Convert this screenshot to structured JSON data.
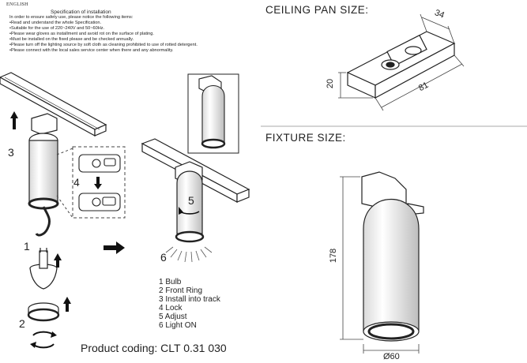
{
  "spec": {
    "language": "ENGLISH",
    "title": "Specification of installation",
    "lines": [
      "In order to ensure safety use, please notice the following items:",
      "•Read and understand the whole Specification.",
      "•Suitable for the use of 220~240V and 50~60Hz.",
      "•Please wear gloves as installment and avoid rot on the surface of plating.",
      "•Must be installed on the fixed please and be checked annually.",
      "•Please turn off the lighting source by soft cloth as cleaning prohibited to use of rotted detergent.",
      "•Please connect with the local sales service center when there and any abnormality."
    ]
  },
  "steps": {
    "s1": "1",
    "s2": "2",
    "s3": "3",
    "s4": "4",
    "s5": "5",
    "s6": "6"
  },
  "legend": [
    "1 Bulb",
    "2 Front Ring",
    "3 Install into track",
    "4 Lock",
    "5 Adjust",
    "6 Light ON"
  ],
  "product_coding": "Product coding: CLT 0.31 030",
  "ceiling_pan": {
    "title": "CEILING PAN SIZE:",
    "dim_width": "34",
    "dim_height": "20",
    "dim_length": "81"
  },
  "fixture": {
    "title": "FIXTURE SIZE:",
    "dim_height": "178",
    "dim_diameter": "Ø60"
  }
}
